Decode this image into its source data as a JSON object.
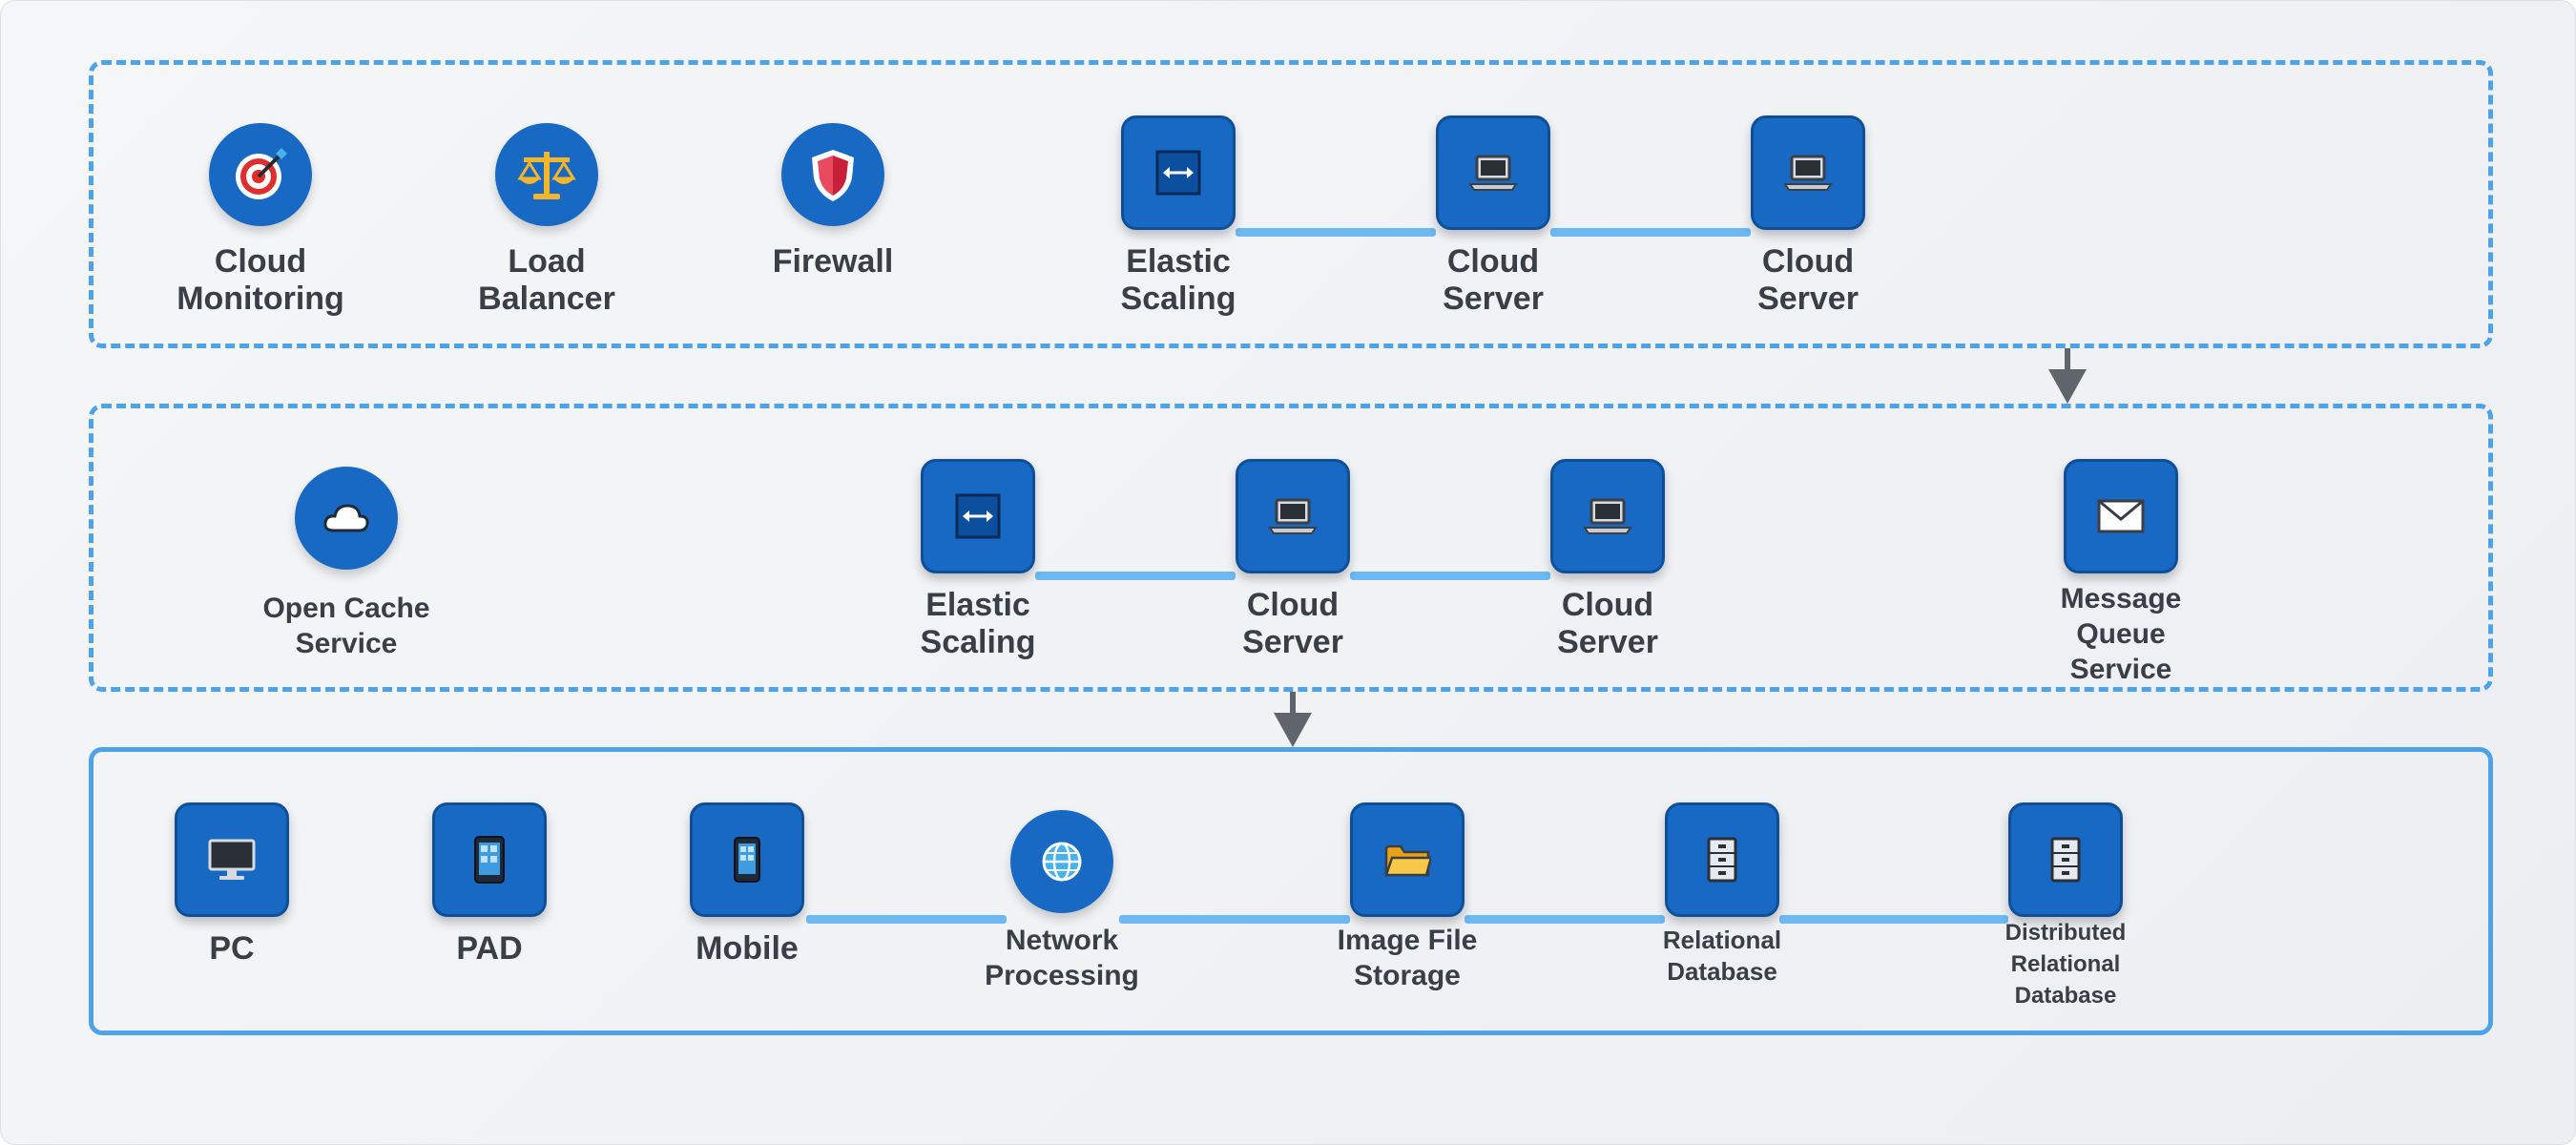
{
  "colors": {
    "tier_border": "#4ea3e8",
    "connector": "#6db8f2",
    "icon_fill": "#1769c4",
    "label_text": "#3a3f47",
    "arrow": "#5f656d"
  },
  "tiers": [
    {
      "name": "tier-1",
      "style": "dashed",
      "nodes": [
        {
          "id": "cloud-monitoring",
          "label": "Cloud Monitoring",
          "icon": "target-icon",
          "shape": "circle"
        },
        {
          "id": "load-balancer",
          "label": "Load Balancer",
          "icon": "scales-icon",
          "shape": "circle"
        },
        {
          "id": "firewall",
          "label": "Firewall",
          "icon": "shield-icon",
          "shape": "circle"
        },
        {
          "id": "elastic-scaling",
          "label": "Elastic Scaling",
          "icon": "resize-arrows-icon",
          "shape": "square"
        },
        {
          "id": "cloud-server-a",
          "label": "Cloud Server",
          "icon": "laptop-icon",
          "shape": "square"
        },
        {
          "id": "cloud-server-b",
          "label": "Cloud Server",
          "icon": "laptop-icon",
          "shape": "square"
        }
      ]
    },
    {
      "name": "tier-2",
      "style": "dashed",
      "nodes": [
        {
          "id": "open-cache-service",
          "label": "Open Cache Service",
          "icon": "cloud-icon",
          "shape": "circle"
        },
        {
          "id": "elastic-scaling",
          "label": "Elastic Scaling",
          "icon": "resize-arrows-icon",
          "shape": "square"
        },
        {
          "id": "cloud-server-a",
          "label": "Cloud Server",
          "icon": "laptop-icon",
          "shape": "square"
        },
        {
          "id": "cloud-server-b",
          "label": "Cloud Server",
          "icon": "laptop-icon",
          "shape": "square"
        },
        {
          "id": "message-queue-service",
          "label": "Message Queue Service",
          "icon": "envelope-icon",
          "shape": "square"
        }
      ]
    },
    {
      "name": "tier-3",
      "style": "solid",
      "nodes": [
        {
          "id": "pc",
          "label": "PC",
          "icon": "monitor-icon",
          "shape": "square"
        },
        {
          "id": "pad",
          "label": "PAD",
          "icon": "tablet-icon",
          "shape": "square"
        },
        {
          "id": "mobile",
          "label": "Mobile",
          "icon": "mobile-phone-icon",
          "shape": "square"
        },
        {
          "id": "network-processing",
          "label": "Network Processing",
          "icon": "globe-icon",
          "shape": "circle"
        },
        {
          "id": "image-file-storage",
          "label": "Image File Storage",
          "icon": "folder-icon",
          "shape": "square"
        },
        {
          "id": "relational-database",
          "label": "Relational Database",
          "icon": "file-cabinet-icon",
          "shape": "square"
        },
        {
          "id": "distributed-relational-database",
          "label": "Distributed Relational Database",
          "icon": "file-cabinet-icon",
          "shape": "square"
        }
      ]
    }
  ],
  "links": [
    {
      "tier": 0,
      "from": "elastic-scaling",
      "to": "cloud-server-a"
    },
    {
      "tier": 0,
      "from": "cloud-server-a",
      "to": "cloud-server-b"
    },
    {
      "tier": 1,
      "from": "elastic-scaling",
      "to": "cloud-server-a"
    },
    {
      "tier": 1,
      "from": "cloud-server-a",
      "to": "cloud-server-b"
    },
    {
      "tier": 2,
      "from": "mobile",
      "to": "network-processing"
    },
    {
      "tier": 2,
      "from": "network-processing",
      "to": "image-file-storage"
    },
    {
      "tier": 2,
      "from": "image-file-storage",
      "to": "relational-database"
    },
    {
      "tier": 2,
      "from": "relational-database",
      "to": "distributed-relational-database"
    }
  ],
  "flows": [
    {
      "from_tier": 0,
      "to_tier": 1,
      "direction": "down"
    },
    {
      "from_tier": 1,
      "to_tier": 2,
      "direction": "down"
    }
  ]
}
